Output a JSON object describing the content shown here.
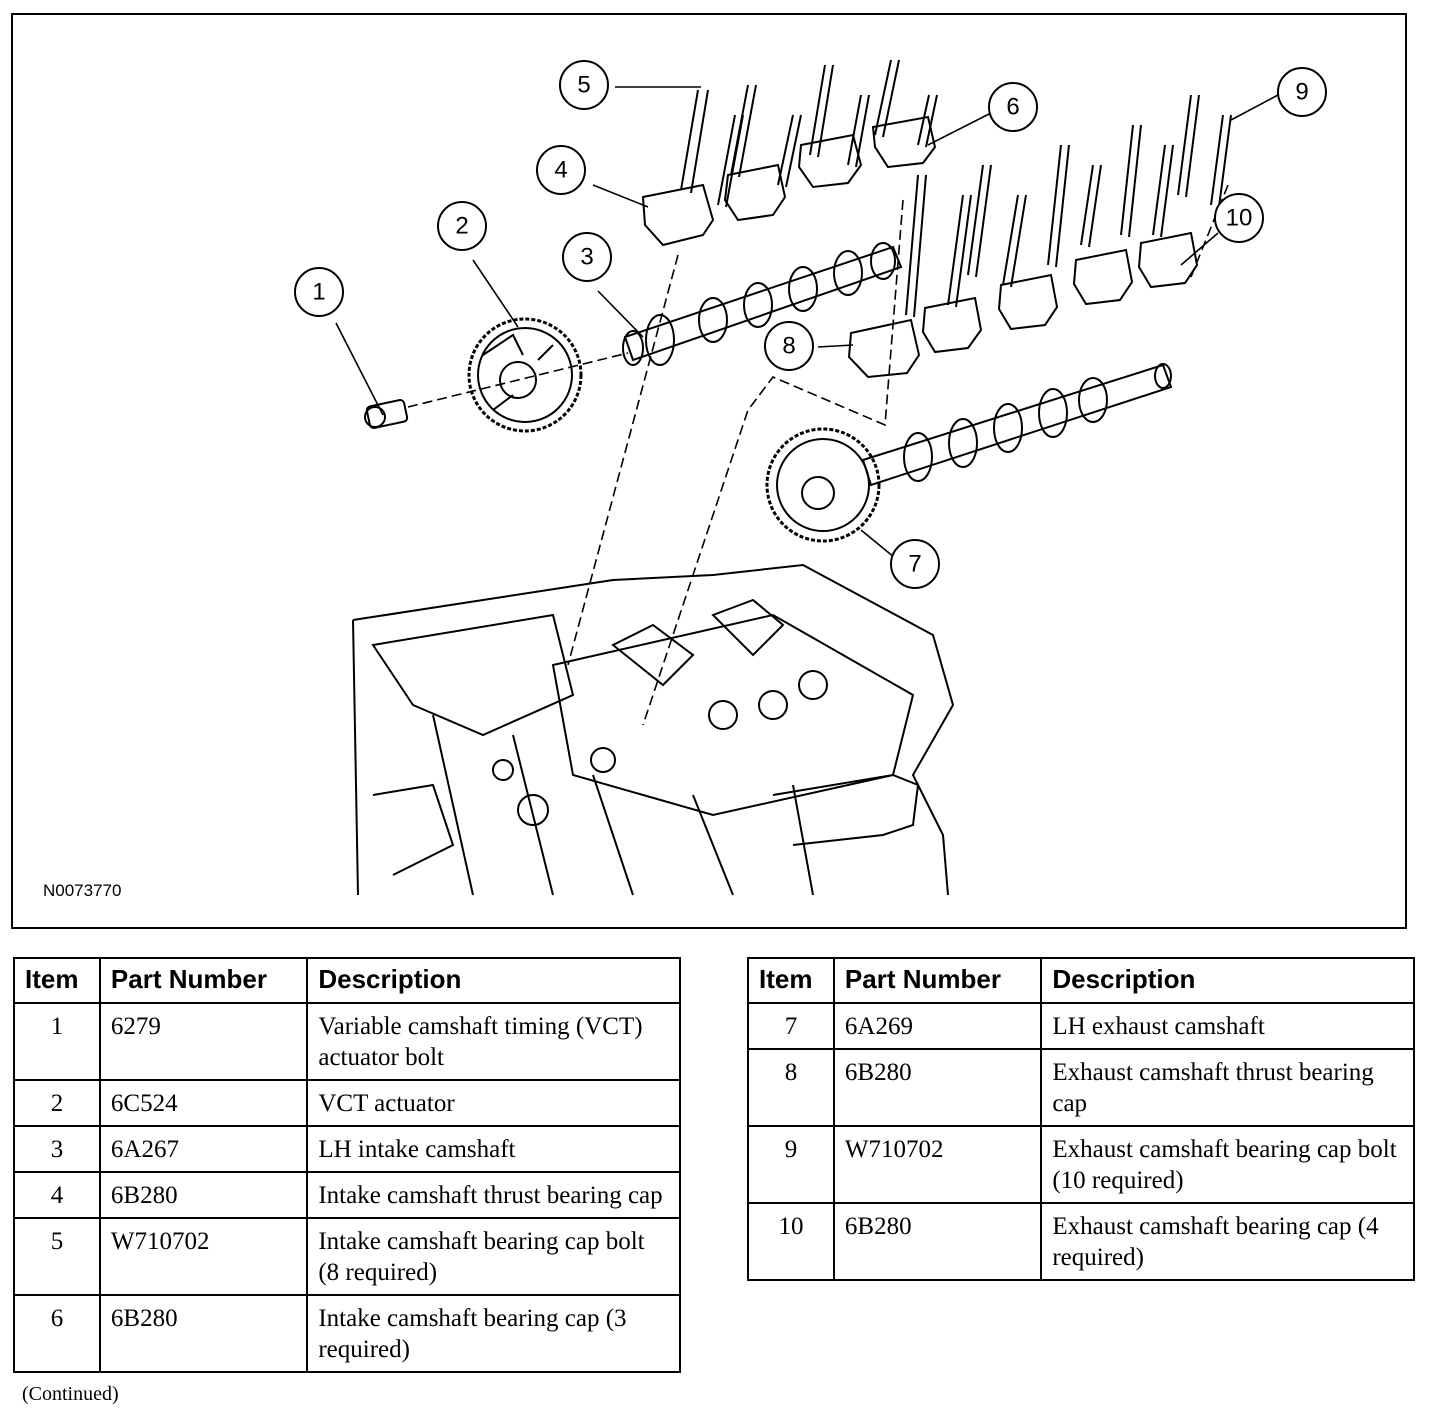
{
  "figure": {
    "id": "N0073770",
    "callouts": [
      "1",
      "2",
      "3",
      "4",
      "5",
      "6",
      "7",
      "8",
      "9",
      "10"
    ]
  },
  "table_headers": {
    "item": "Item",
    "part_number": "Part Number",
    "description": "Description"
  },
  "left_rows": [
    {
      "item": "1",
      "part": "6279",
      "desc": "Variable camshaft timing (VCT) actuator bolt"
    },
    {
      "item": "2",
      "part": "6C524",
      "desc": "VCT actuator"
    },
    {
      "item": "3",
      "part": "6A267",
      "desc": "LH intake camshaft"
    },
    {
      "item": "4",
      "part": "6B280",
      "desc": "Intake camshaft thrust bearing cap"
    },
    {
      "item": "5",
      "part": "W710702",
      "desc": "Intake camshaft bearing cap bolt (8 required)"
    },
    {
      "item": "6",
      "part": "6B280",
      "desc": "Intake camshaft bearing cap (3 required)"
    }
  ],
  "right_rows": [
    {
      "item": "7",
      "part": "6A269",
      "desc": "LH exhaust camshaft"
    },
    {
      "item": "8",
      "part": "6B280",
      "desc": "Exhaust camshaft thrust bearing cap"
    },
    {
      "item": "9",
      "part": "W710702",
      "desc": "Exhaust camshaft bearing cap bolt (10 required)"
    },
    {
      "item": "10",
      "part": "6B280",
      "desc": "Exhaust camshaft bearing cap (4 required)"
    }
  ],
  "footer": {
    "continued": "(Continued)"
  }
}
